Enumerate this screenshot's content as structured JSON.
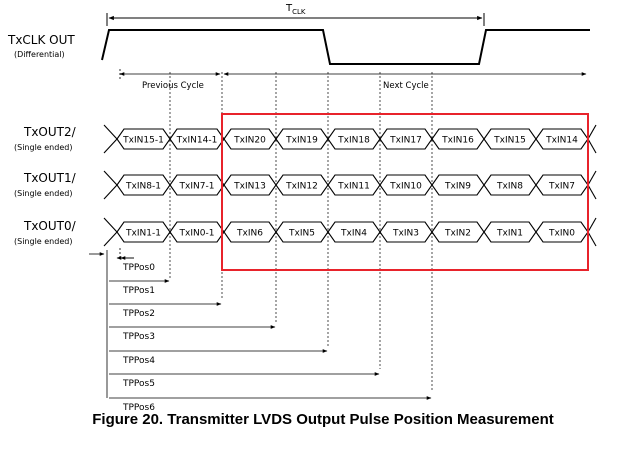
{
  "tclk": {
    "main": "T",
    "sub": "CLK"
  },
  "clock": {
    "name": "TxCLK OUT",
    "sub": "(Differential)"
  },
  "cycles": {
    "previous": "Previous Cycle",
    "next": "Next Cycle"
  },
  "rows": [
    {
      "name": "TxOUT2/",
      "sub": "(Single ended)",
      "cells": [
        "TxIN15-1",
        "TxIN14-1",
        "TxIN20",
        "TxIN19",
        "TxIN18",
        "TxIN17",
        "TxIN16",
        "TxIN15",
        "TxIN14"
      ]
    },
    {
      "name": "TxOUT1/",
      "sub": "(Single ended)",
      "cells": [
        "TxIN8-1",
        "TxIN7-1",
        "TxIN13",
        "TxIN12",
        "TxIN11",
        "TxIN10",
        "TxIN9",
        "TxIN8",
        "TxIN7"
      ]
    },
    {
      "name": "TxOUT0/",
      "sub": "(Single ended)",
      "cells": [
        "TxIN1-1",
        "TxIN0-1",
        "TxIN6",
        "TxIN5",
        "TxIN4",
        "TxIN3",
        "TxIN2",
        "TxIN1",
        "TxIN0"
      ]
    }
  ],
  "positions": [
    "TPPos0",
    "TPPos1",
    "TPPos2",
    "TPPos3",
    "TPPos4",
    "TPPos5",
    "TPPos6"
  ],
  "caption": "Figure 20.  Transmitter LVDS Output Pulse Position Measurement",
  "colors": {
    "highlight": "#e8232b",
    "line": "#000000"
  }
}
